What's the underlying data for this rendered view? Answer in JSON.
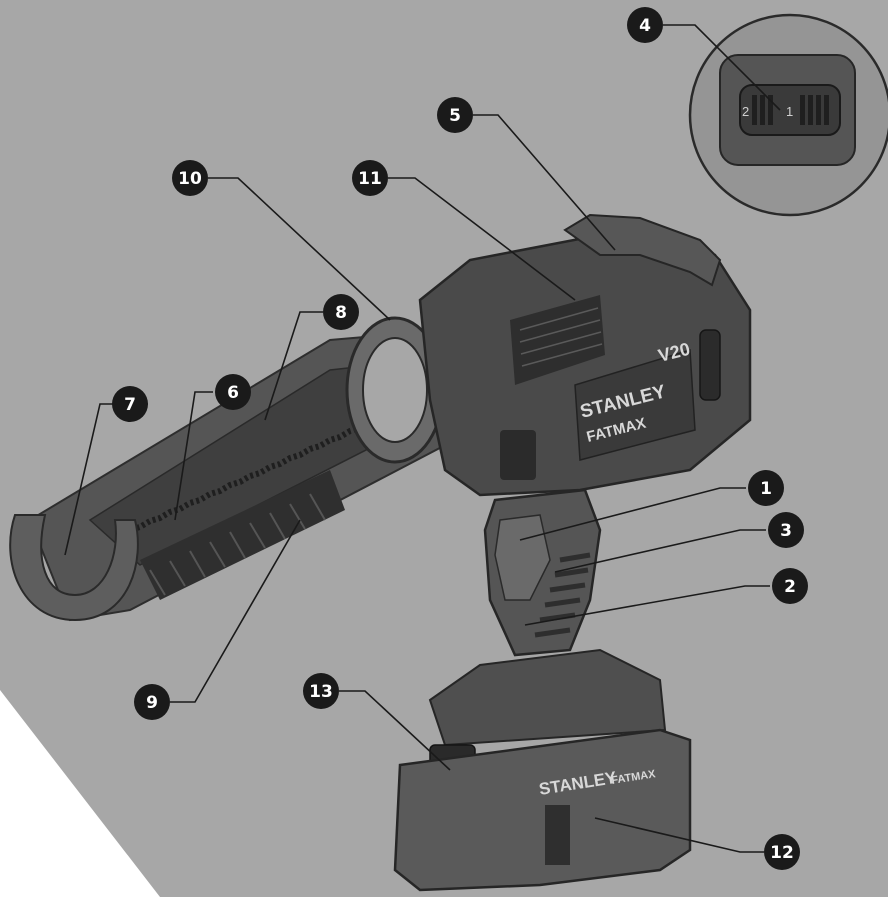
{
  "callouts": {
    "c1": "1",
    "c2": "2",
    "c3": "3",
    "c4": "4",
    "c5": "5",
    "c6": "6",
    "c7": "7",
    "c8": "8",
    "c9": "9",
    "c10": "10",
    "c11": "11",
    "c12": "12",
    "c13": "13"
  },
  "markings": {
    "brand_stanley": "STANLEY",
    "brand_fatmax": "FATMAX",
    "voltage": "V20",
    "battery_brand": "STANLEY",
    "battery_fatmax": "FATMAX",
    "dial_left": "2",
    "dial_right": "1"
  },
  "colors": {
    "background": "#a7a7a7",
    "tool_body": "#4a4a4a",
    "tool_dark": "#2b2b2b",
    "callout_fill": "#1a1a1a",
    "callout_text": "#ffffff",
    "corner_white": "#ffffff"
  }
}
